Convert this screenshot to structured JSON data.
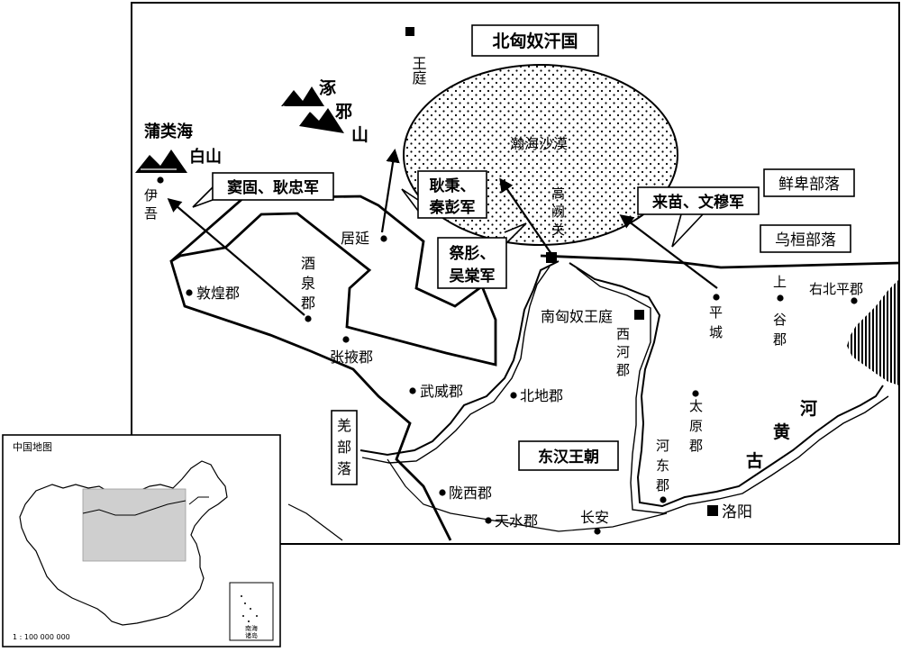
{
  "main_map": {
    "boxes": {
      "north_xiongnu": "北匈奴汗国",
      "eastern_han": "东汉王朝",
      "xianbei": "鲜卑部落",
      "wuhuan": "乌桓部落",
      "qiang": [
        "羌",
        "部",
        "落"
      ]
    },
    "armies": {
      "dou_gu": "窦固、耿忠军",
      "geng_bing": [
        "耿秉、",
        "秦彭军"
      ],
      "ji_tong": [
        "祭肜、",
        "吴棠军"
      ],
      "lai_miao": "来苗、文穆军"
    },
    "places": {
      "wangting": "王庭",
      "zhuoye": [
        "涿",
        "邪",
        "山"
      ],
      "puleihai": "蒲类海",
      "baishan": "白山",
      "yiwu": [
        "伊",
        "吾"
      ],
      "hanhai": "瀚海沙漠",
      "gaoque": [
        "高",
        "阙",
        "关"
      ],
      "juyan": "居延",
      "jiuquan": [
        "酒",
        "泉",
        "郡"
      ],
      "dunhuang": "敦煌郡",
      "zhangye": "张掖郡",
      "wuwei": "武威郡",
      "beidi": "北地郡",
      "nanxiongnu": "南匈奴王庭",
      "xihe": [
        "西",
        "河",
        "郡"
      ],
      "pingcheng": [
        "平",
        "城"
      ],
      "shanggu": [
        "上",
        "谷",
        "郡"
      ],
      "youbeiping": "右北平郡",
      "taiyuan": [
        "太",
        "原",
        "郡"
      ],
      "hedong": [
        "河",
        "东",
        "郡"
      ],
      "luoyang": "洛阳",
      "longxi": "陇西郡",
      "tianshui": "天水郡",
      "changan": "长安",
      "gu_huanghe": [
        "河",
        "黄",
        "古"
      ]
    }
  },
  "inset": {
    "title": "中国地图",
    "scale": "1 : 100 000 000",
    "sea_label": [
      "南海",
      "诸岛"
    ]
  }
}
